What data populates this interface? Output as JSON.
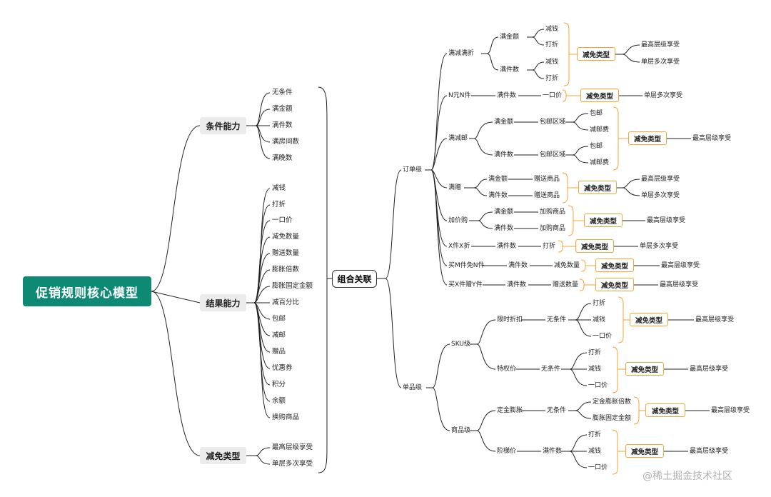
{
  "root": "促销规则核心模型",
  "combo": "组合关联",
  "condition": {
    "title": "条件能力",
    "items": [
      "无条件",
      "满金额",
      "满件数",
      "满房间数",
      "满晚数"
    ]
  },
  "result": {
    "title": "结果能力",
    "items": [
      "减钱",
      "打折",
      "一口价",
      "减免数量",
      "赠送数量",
      "膨胀倍数",
      "膨胀固定金额",
      "减百分比",
      "包邮",
      "减邮",
      "赠品",
      "优惠券",
      "积分",
      "余额",
      "换购商品"
    ]
  },
  "reduction": {
    "title": "减免类型",
    "items": [
      "最高层级享受",
      "单层多次享受"
    ]
  },
  "order": {
    "label": "订单级",
    "mjmz": {
      "label": "满减满折",
      "a": "满金额",
      "b": "满件数",
      "a1": "减钱",
      "a2": "打折",
      "b1": "减钱",
      "b2": "打折",
      "type": "减免类型",
      "r1": "最高层级享受",
      "r2": "单层多次享受"
    },
    "nyn": {
      "label": "N元N件",
      "c": "满件数",
      "v": "一口价",
      "type": "减免类型",
      "r": "单层多次享受"
    },
    "mby": {
      "label": "满减邮",
      "a": "满金额",
      "b": "满件数",
      "az": "包邮区域",
      "bz": "包邮区域",
      "a1": "包邮",
      "a2": "减邮费",
      "b1": "包邮",
      "b2": "减邮费",
      "type": "减免类型",
      "r": "最高层级享受"
    },
    "mz": {
      "label": "满赠",
      "a": "满金额",
      "b": "满件数",
      "a1": "赠送商品",
      "b1": "赠送商品",
      "type": "减免类型",
      "r1": "最高层级享受",
      "r2": "单层多次享受"
    },
    "jjg": {
      "label": "加价购",
      "a": "满金额",
      "b": "满件数",
      "a1": "加购商品",
      "b1": "加购商品",
      "type": "减免类型",
      "r": "最高层级享受"
    },
    "xjxz": {
      "label": "X件X折",
      "c": "满件数",
      "v": "打折",
      "type": "减免类型",
      "r": "单层多次享受"
    },
    "mmmn": {
      "label": "买M件免N件",
      "c": "满件数",
      "v": "减免数量",
      "type": "减免类型",
      "r": "最高层级享受"
    },
    "mxzy": {
      "label": "买X件赠Y件",
      "c": "满件数",
      "v": "赠送数量",
      "type": "减免类型",
      "r": "最高层级享受"
    }
  },
  "item": {
    "label": "单品级",
    "sku": {
      "label": "SKU级",
      "xszk": {
        "label": "限时折扣",
        "c": "无条件",
        "v1": "打折",
        "v2": "减钱",
        "v3": "一口价",
        "type": "减免类型",
        "r": "最高层级享受"
      },
      "tqj": {
        "label": "特权价",
        "c": "无条件",
        "v1": "打折",
        "v2": "减钱",
        "v3": "一口价",
        "type": "减免类型",
        "r": "最高层级享受"
      }
    },
    "product": {
      "label": "商品级",
      "djpz": {
        "label": "定金膨胀",
        "c": "无条件",
        "v1": "定金膨胀倍数",
        "v2": "膨胀固定金额",
        "type": "减免类型",
        "r": "最高层级享受"
      },
      "jtj": {
        "label": "阶梯价",
        "c": "满件数",
        "v1": "打折",
        "v2": "减钱",
        "v3": "一口价",
        "type": "减免类型",
        "r": "最高层级享受"
      }
    }
  },
  "watermark": "@稀土掘金技术社区"
}
